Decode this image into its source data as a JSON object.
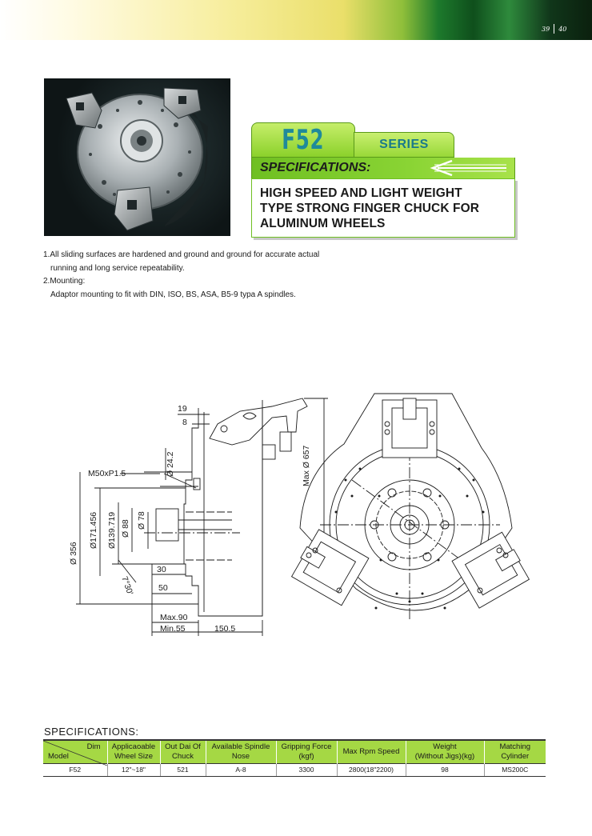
{
  "header": {
    "page_left": "39",
    "page_right": "40"
  },
  "title": {
    "model": "F52",
    "series": "SERIES",
    "section": "SPECIFICATIONS:",
    "lines": [
      "HIGH SPEED AND LIGHT WEIGHT",
      "TYPE STRONG FINGER CHUCK FOR",
      "ALUMINUM WHEELS"
    ]
  },
  "notes": {
    "line1": "1.All sliding surfaces are hardened and ground and ground for accurate actual",
    "line2": "running and long service repeatability.",
    "line3": "2.Mounting:",
    "line4": "Adaptor mounting to fit with DIN, ISO, BS, ASA, B5-9 typa A spindles."
  },
  "drawing": {
    "dim_19": "19",
    "dim_8": "8",
    "thread": "M50xP1.5",
    "dia_24_2": "Ø 24.2",
    "dia_171": "Ø171.456",
    "dia_139": "Ø139.719",
    "dia_88": "Ø 88",
    "dia_78": "Ø 78",
    "dia_356": "Ø 356",
    "angle": "7°30'",
    "dim_30": "30",
    "dim_50": "50",
    "max90": "Max.90",
    "min55": "Min.55",
    "dim_150_5": "150.5",
    "max657": "Max Ø 657"
  },
  "specs": {
    "heading": "SPECIFICATIONS:",
    "dim_label": "Dim",
    "model_label": "Model",
    "columns": [
      {
        "l1": "Applicaoable",
        "l2": "Wheel Size"
      },
      {
        "l1": "Out Dai Of",
        "l2": "Chuck"
      },
      {
        "l1": "Available Spindle",
        "l2": "Nose"
      },
      {
        "l1": "Gripping Force",
        "l2": "(kgf)"
      },
      {
        "l1": "Max Rpm Speed",
        "l2": ""
      },
      {
        "l1": "Weight",
        "l2": "(Without Jigs)(kg)"
      },
      {
        "l1": "Matching",
        "l2": "Cylinder"
      }
    ],
    "row": [
      "F52",
      "12\"~18\"",
      "521",
      "A-8",
      "3300",
      "2800(18\"2200)",
      "98",
      "MS200C"
    ]
  },
  "colors": {
    "accent_green": "#8ad434",
    "title_teal": "#1f8a9a"
  }
}
